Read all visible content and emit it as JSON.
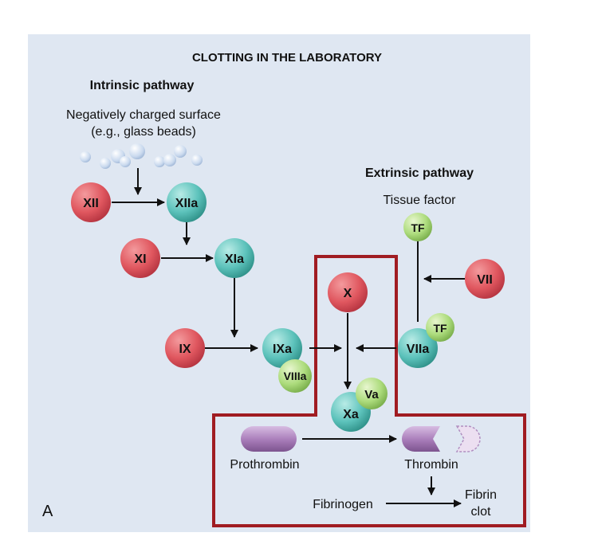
{
  "title": "CLOTTING IN THE LABORATORY",
  "intrinsic": {
    "heading": "Intrinsic pathway",
    "surface_line1": "Negatively charged surface",
    "surface_line2": "(e.g., glass beads)"
  },
  "extrinsic": {
    "heading": "Extrinsic pathway",
    "tissue_factor": "Tissue factor"
  },
  "factors": {
    "XII": "XII",
    "XIIa": "XIIa",
    "XI": "XI",
    "XIa": "XIa",
    "IX": "IX",
    "IXa": "IXa",
    "VIIIa": "VIIIa",
    "X": "X",
    "Xa": "Xa",
    "Va": "Va",
    "VII": "VII",
    "VIIa": "VIIa",
    "TF_top": "TF",
    "TF_bound": "TF"
  },
  "products": {
    "prothrombin": "Prothrombin",
    "thrombin": "Thrombin",
    "fibrinogen": "Fibrinogen",
    "fibrin_line1": "Fibrin",
    "fibrin_line2": "clot"
  },
  "panel_letter": "A",
  "colors": {
    "background": "#dfe7f2",
    "inactive": "#e0575f",
    "active": "#4fb9b2",
    "cofactor": "#a6cf72",
    "prothrombin": "#a77bb8",
    "highlight_box": "#a01c22"
  }
}
